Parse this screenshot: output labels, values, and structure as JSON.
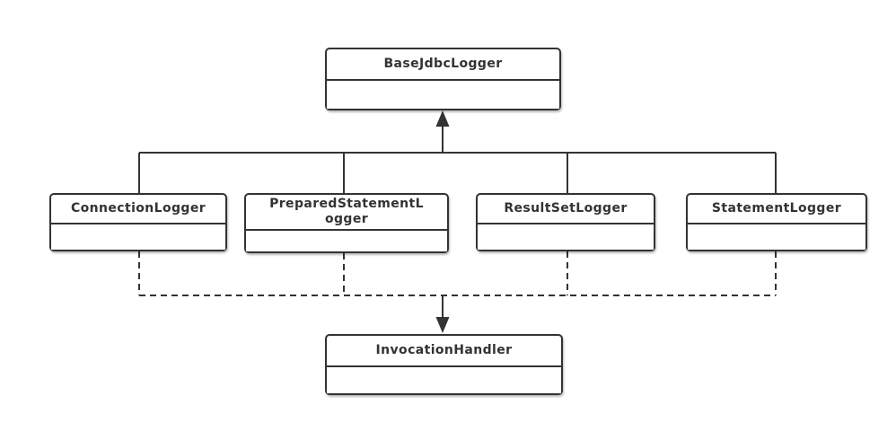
{
  "diagram": {
    "kind": "uml-class-diagram",
    "classes": [
      {
        "name": "BaseJdbcLogger"
      },
      {
        "name": "ConnectionLogger"
      },
      {
        "name": "PreparedStatementLogger"
      },
      {
        "name": "ResultSetLogger"
      },
      {
        "name": "StatementLogger"
      },
      {
        "name": "InvocationHandler"
      }
    ],
    "relations": [
      {
        "type": "generalization",
        "from": [
          "ConnectionLogger",
          "PreparedStatementLogger",
          "ResultSetLogger",
          "StatementLogger"
        ],
        "to": "BaseJdbcLogger",
        "line_style": "solid",
        "arrowhead": "filled-triangle-up"
      },
      {
        "type": "dependency",
        "from": [
          "ConnectionLogger",
          "PreparedStatementLogger",
          "ResultSetLogger",
          "StatementLogger"
        ],
        "to": "InvocationHandler",
        "line_style": "dashed",
        "arrowhead": "filled-triangle-down"
      }
    ],
    "colors": {
      "line": "#333333",
      "text": "#333333",
      "box_fill": "#ffffff",
      "background": "#ffffff"
    }
  }
}
